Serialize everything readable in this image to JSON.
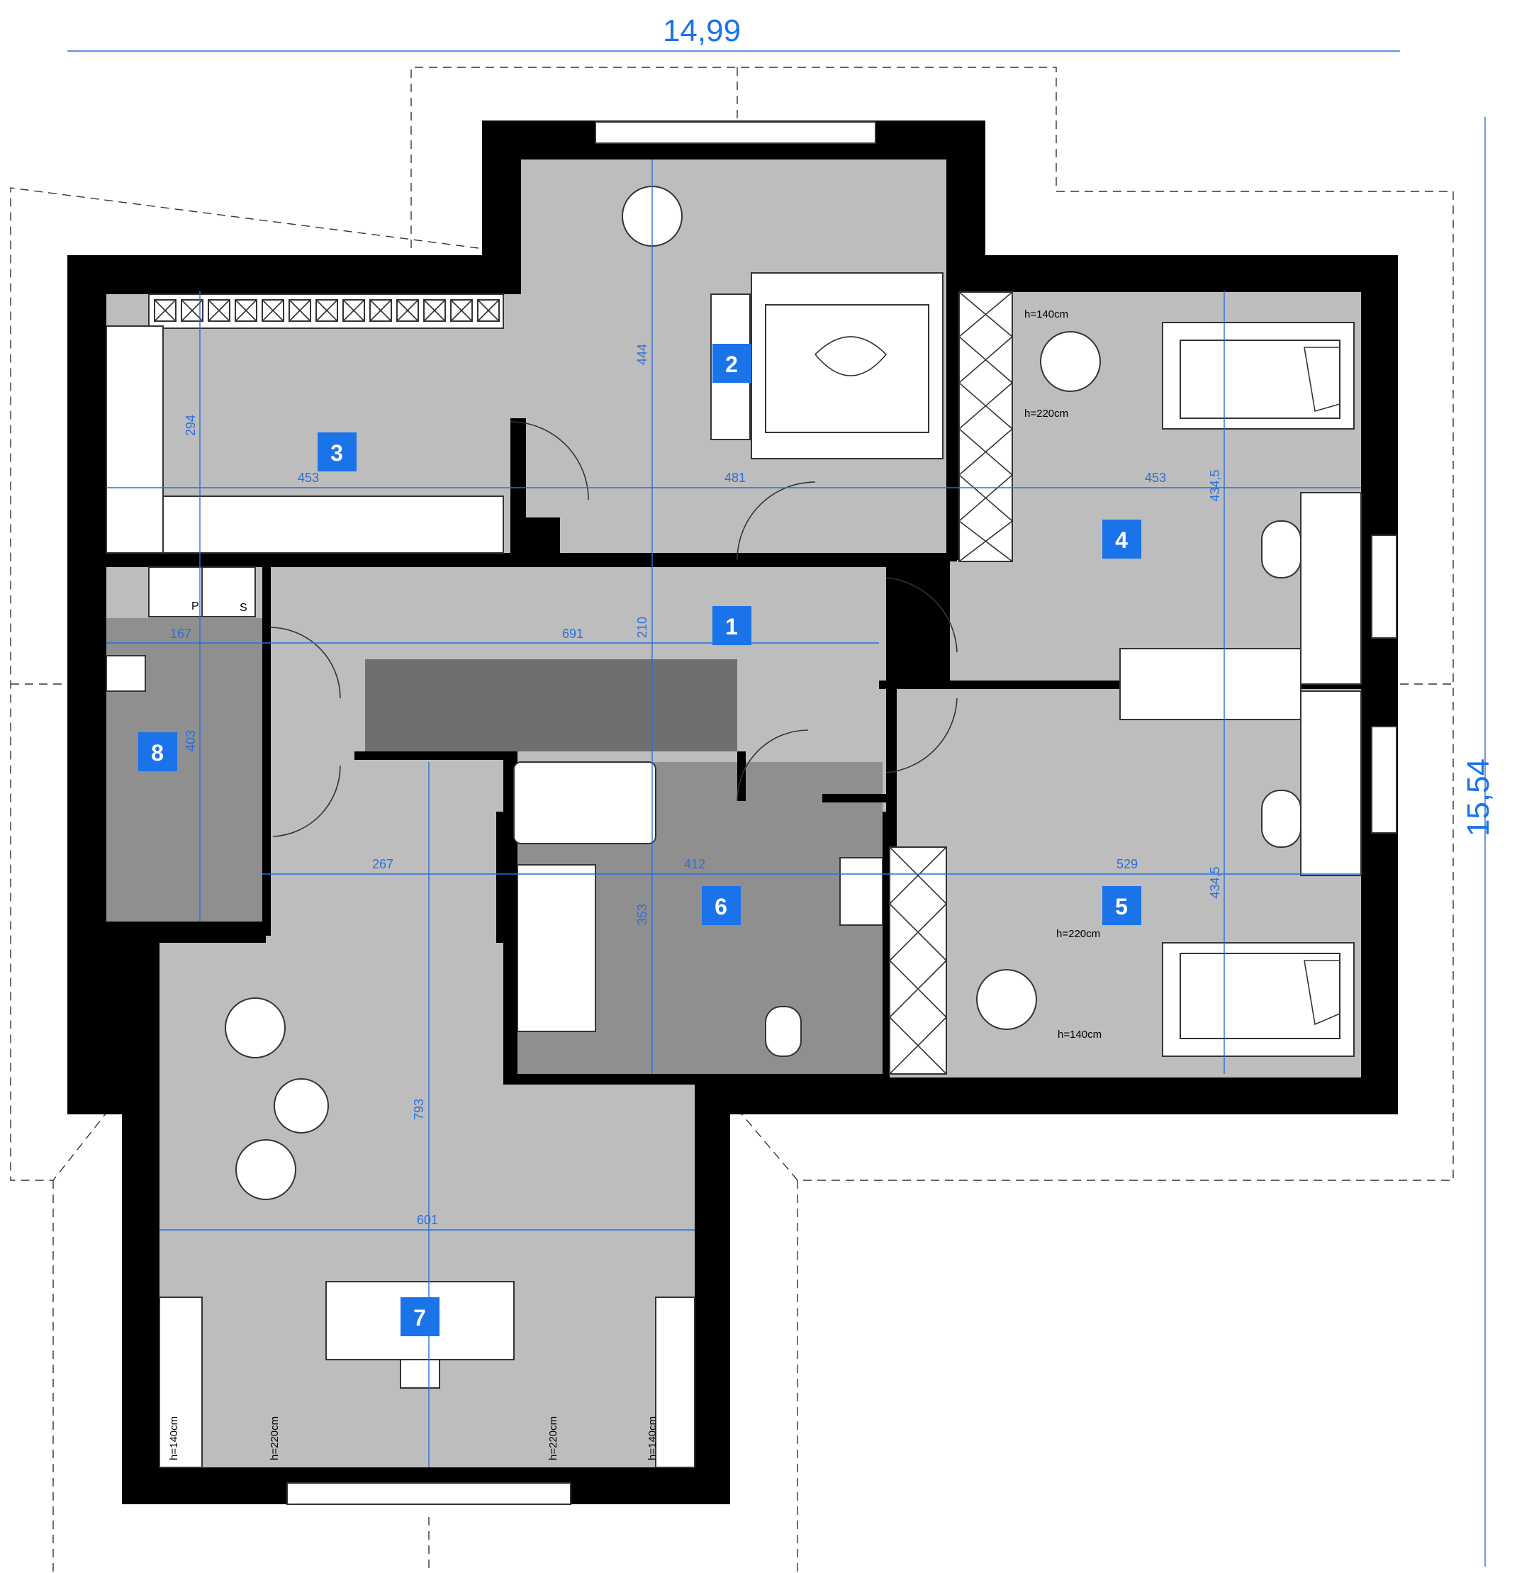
{
  "overall": {
    "width": "14,99",
    "height": "15,54"
  },
  "rooms": [
    {
      "number": "1"
    },
    {
      "number": "2"
    },
    {
      "number": "3"
    },
    {
      "number": "4"
    },
    {
      "number": "5"
    },
    {
      "number": "6"
    },
    {
      "number": "7"
    },
    {
      "number": "8"
    }
  ],
  "dimensions": {
    "d453a": "453",
    "d481": "481",
    "d453b": "453",
    "d294": "294",
    "d444": "444",
    "d4345a": "434,5",
    "d167": "167",
    "d691": "691",
    "d210": "210",
    "d403": "403",
    "d267": "267",
    "d412": "412",
    "d529": "529",
    "d353": "353",
    "d4345b": "434,5",
    "d793": "793",
    "d601": "601"
  },
  "heights": {
    "h140_r4": "h=140cm",
    "h220_r4": "h=220cm",
    "h220_r5": "h=220cm",
    "h140_r5": "h=140cm",
    "h140_r7a": "h=140cm",
    "h220_r7a": "h=220cm",
    "h220_r7b": "h=220cm",
    "h140_r7b": "h=140cm"
  },
  "shaft_labels": {
    "p": "P",
    "s": "S"
  }
}
